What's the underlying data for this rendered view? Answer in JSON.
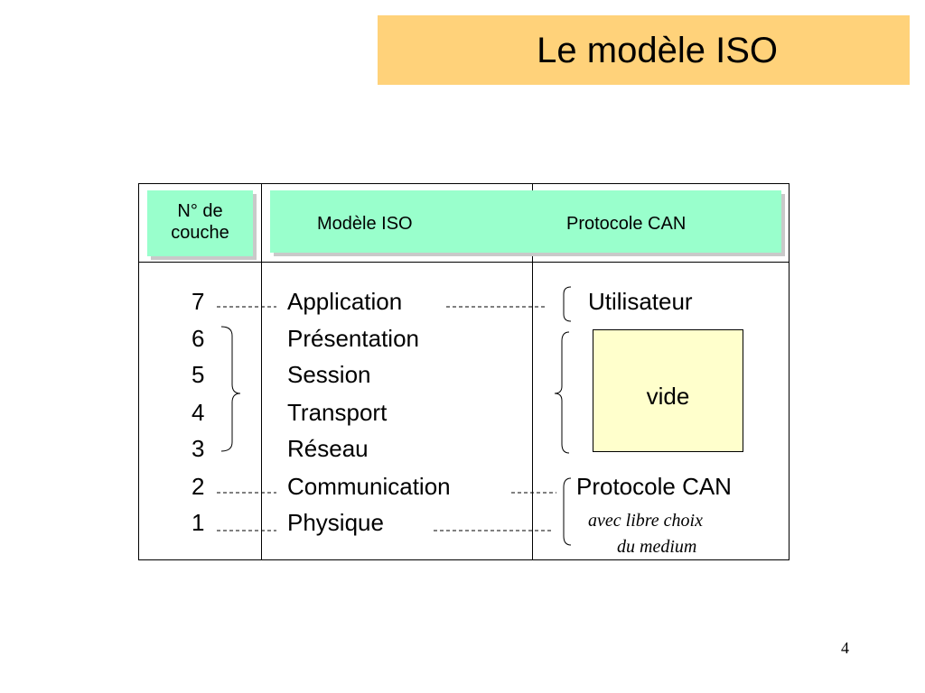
{
  "slide": {
    "title": "Le modèle ISO",
    "page_number": "4"
  },
  "table": {
    "header": {
      "layer_no": "N° de\ncouche",
      "iso_model": "Modèle ISO",
      "can_protocol": "Protocole CAN"
    },
    "rows": [
      {
        "number": "7",
        "layer": "Application"
      },
      {
        "number": "6",
        "layer": "Présentation"
      },
      {
        "number": "5",
        "layer": "Session"
      },
      {
        "number": "4",
        "layer": "Transport"
      },
      {
        "number": "3",
        "layer": "Réseau"
      },
      {
        "number": "2",
        "layer": "Communication"
      },
      {
        "number": "1",
        "layer": "Physique"
      }
    ],
    "can_mapping": {
      "user": "Utilisateur",
      "empty": "vide",
      "protocol": "Protocole CAN",
      "note_line1": "avec libre choix",
      "note_line2": "du medium"
    }
  },
  "colors": {
    "title_background": "#ffd27a",
    "header_background": "#99ffcc",
    "empty_box_background": "#ffffcc"
  }
}
